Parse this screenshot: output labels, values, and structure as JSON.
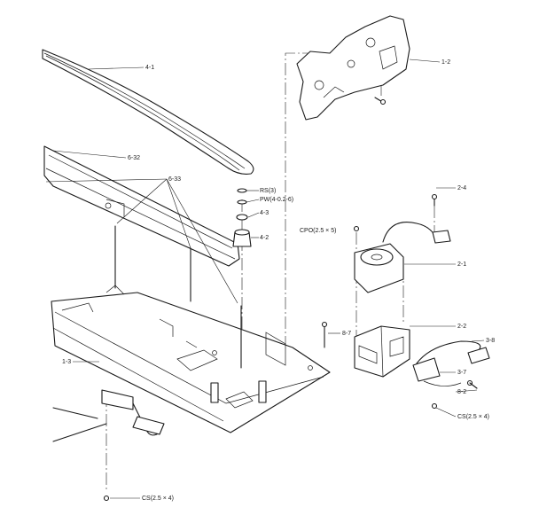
{
  "parts": {
    "p4_1": "4-1",
    "p1_2": "1-2",
    "p6_32": "6-32",
    "p6_33": "6-33",
    "rs3": "RS(3)",
    "pw": "PW(4-0.2-6)",
    "p4_3": "4-3",
    "p4_2": "4-2",
    "p2_4": "2-4",
    "cpo": "CPO(2.5 × 5)",
    "p2_1": "2-1",
    "p2_2": "2-2",
    "p8_7": "8-7",
    "p3_8": "3-8",
    "p1_3": "1-3",
    "p3_7": "3-7",
    "p8_2": "8-2",
    "cs_right": "CS(2.5 × 4)",
    "cs_bottom": "CS(2.5 × 4)"
  }
}
